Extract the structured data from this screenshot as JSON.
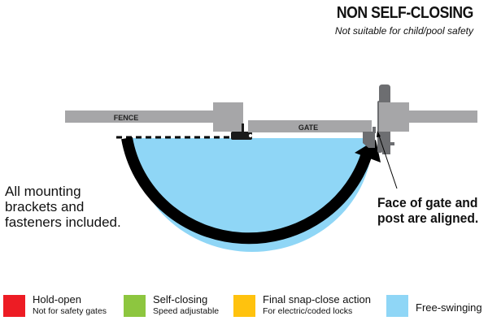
{
  "header": {
    "title": "NON SELF-CLOSING",
    "subtitle": "Not suitable for child/pool safety"
  },
  "diagram": {
    "fence_label": "FENCE",
    "gate_label": "GATE",
    "colors": {
      "fence_gray": "#a6a6a8",
      "dark_gray": "#6d6e71",
      "swing_area": "#8fd6f6",
      "arc": "#000000"
    }
  },
  "notes": {
    "left_lines": [
      "All mounting",
      "brackets and",
      "fasteners included."
    ],
    "right_lines": [
      "Face of gate and",
      "post are aligned."
    ]
  },
  "legend": [
    {
      "label": "Hold-open",
      "sub": "Not for safety gates",
      "color": "#ed1c24"
    },
    {
      "label": "Self-closing",
      "sub": "Speed adjustable",
      "color": "#8dc63f"
    },
    {
      "label": "Final snap-close action",
      "sub": "For electric/coded locks",
      "color": "#ffc20e"
    },
    {
      "label": "Free-swinging",
      "sub": "",
      "color": "#8fd6f6"
    }
  ]
}
